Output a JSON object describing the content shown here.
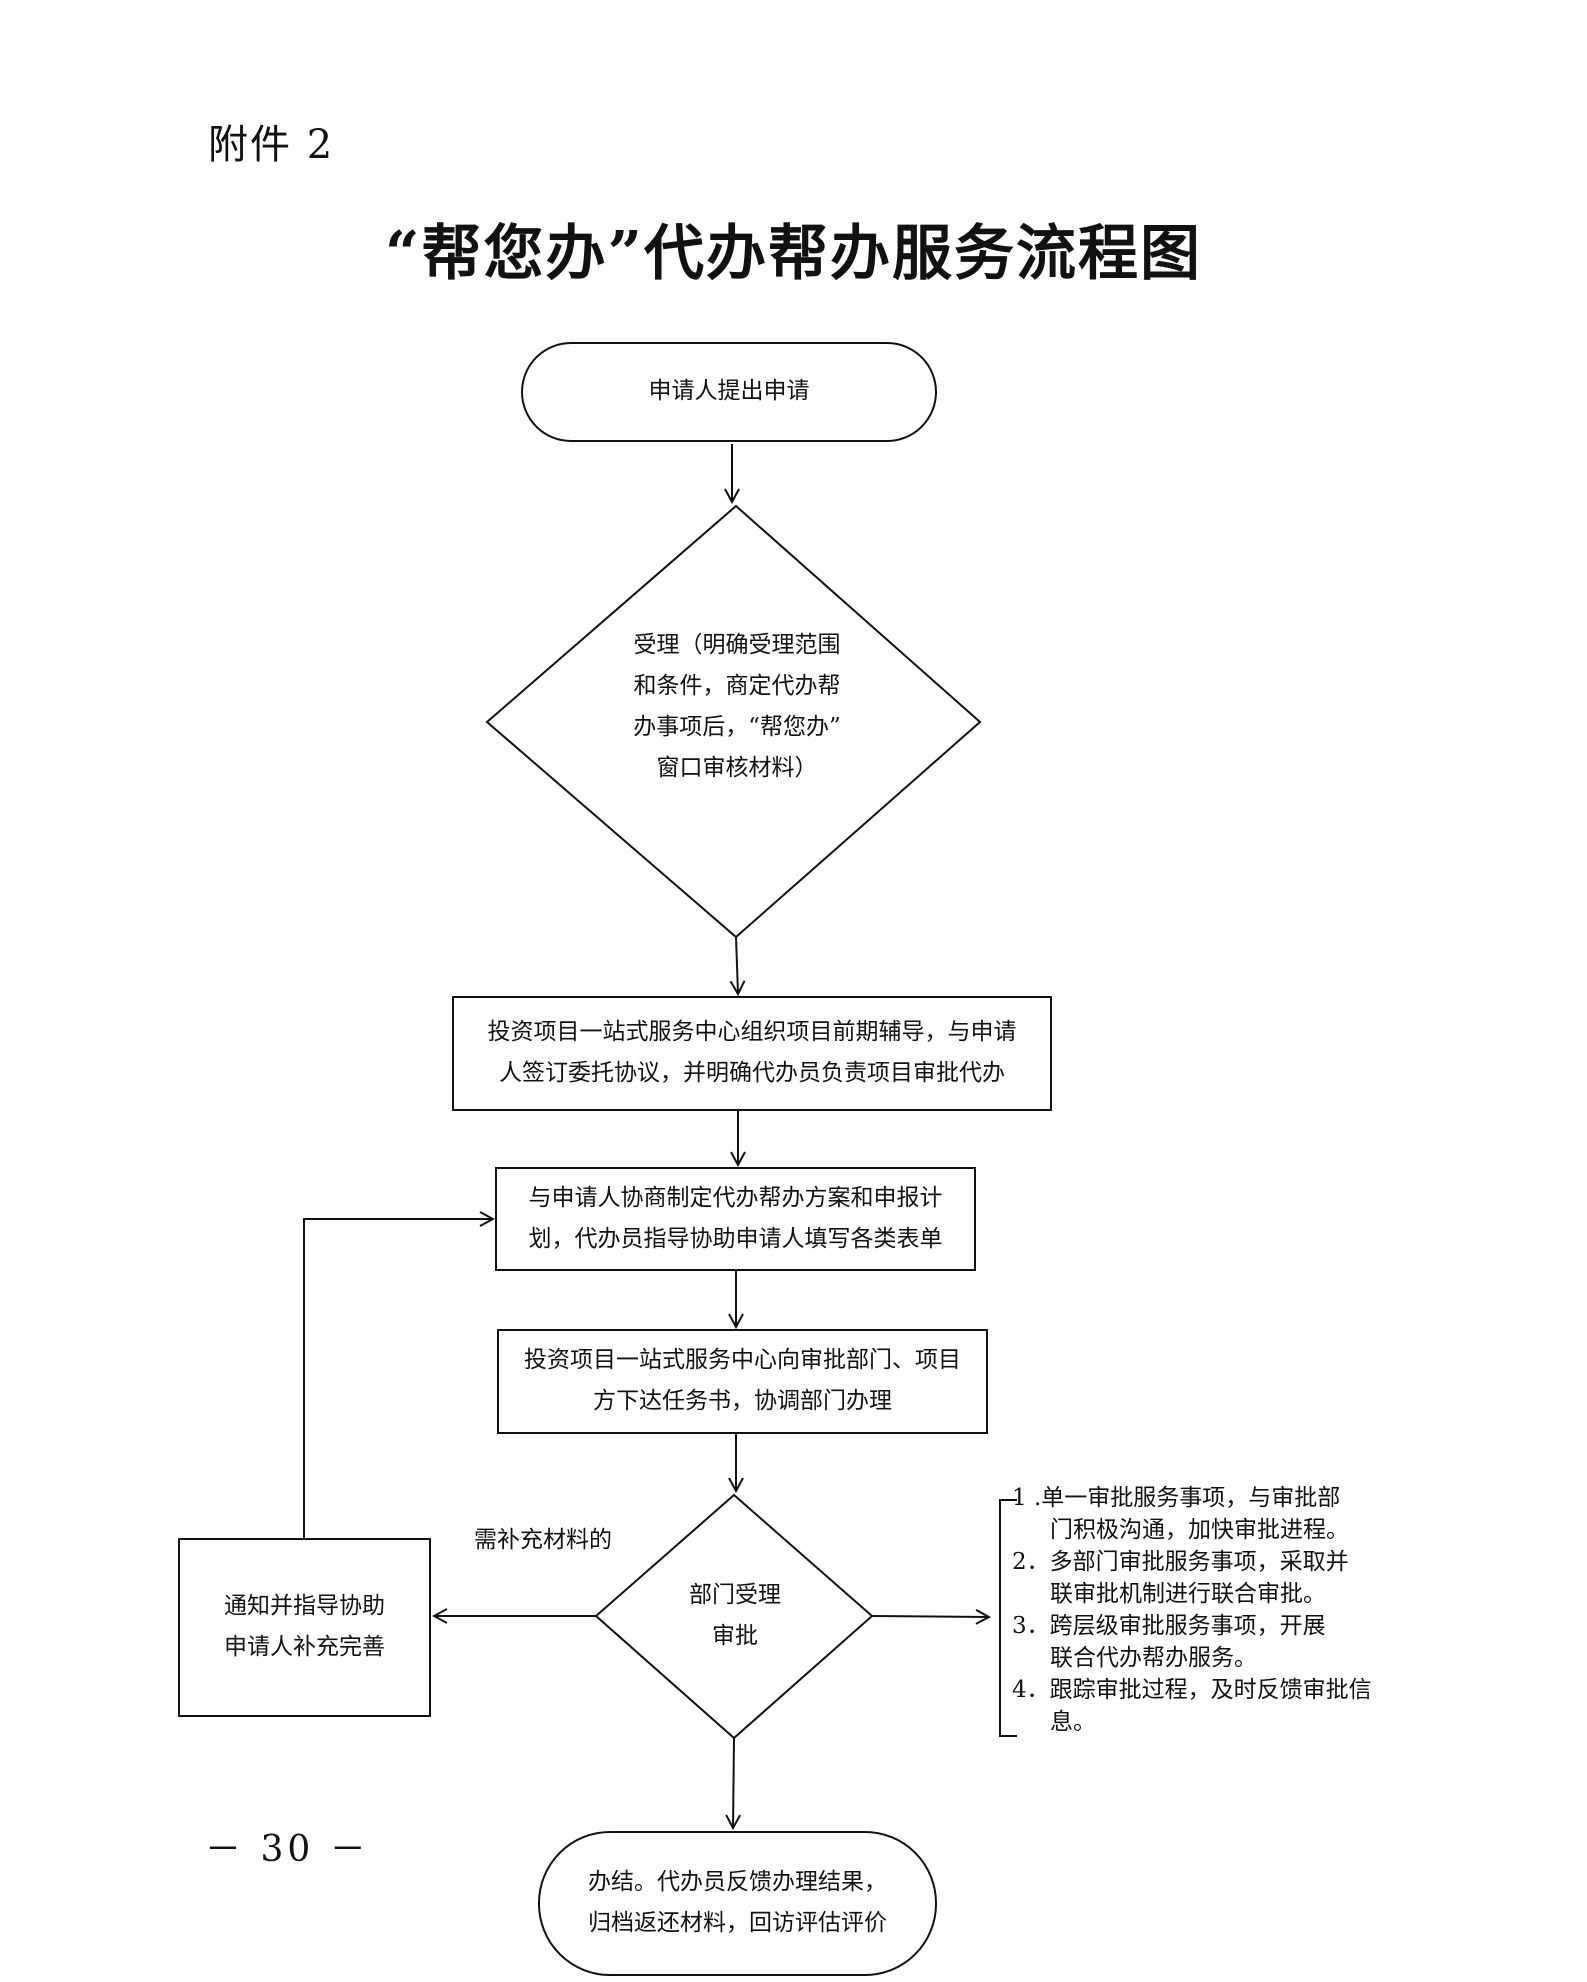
{
  "header": {
    "attachment": "附件 2",
    "title": "“帮您办”代办帮办服务流程图"
  },
  "nodes": {
    "start": {
      "lines": [
        "申请人提出申请"
      ]
    },
    "accept": {
      "lines": [
        "受理（明确受理范围",
        "和条件，商定代办帮",
        "办事项后，“帮您办”",
        "窗口审核材料）"
      ]
    },
    "guidance": {
      "lines": [
        "投资项目一站式服务中心组织项目前期辅导，与申请",
        "人签订委托协议，并明确代办员负责项目审批代办"
      ]
    },
    "plan": {
      "lines": [
        "与申请人协商制定代办帮办方案和申报计",
        "划，代办员指导协助申请人填写各类表单"
      ]
    },
    "assign": {
      "lines": [
        "投资项目一站式服务中心向审批部门、项目",
        "方下达任务书，协调部门办理"
      ]
    },
    "dept_review": {
      "lines": [
        "部门受理",
        "审批"
      ]
    },
    "supplement": {
      "lines": [
        "通知并指导协助",
        "申请人补充完善"
      ]
    },
    "finish": {
      "lines": [
        "办结。代办员反馈办理结果，",
        "归档返还材料，回访评估评价"
      ]
    }
  },
  "edge_labels": {
    "need_more": "需补充材料的"
  },
  "approval_list": [
    "1 .单一审批服务事项，与审批部",
    "门积极沟通，加快审批进程。",
    "2．多部门审批服务事项，采取并",
    "联审批机制进行联合审批。",
    "3．跨层级审批服务事项，开展",
    "联合代办帮办服务。",
    "4．跟踪审批过程，及时反馈审批信",
    "息。"
  ],
  "footer": {
    "page_number": "－ 30 －"
  }
}
